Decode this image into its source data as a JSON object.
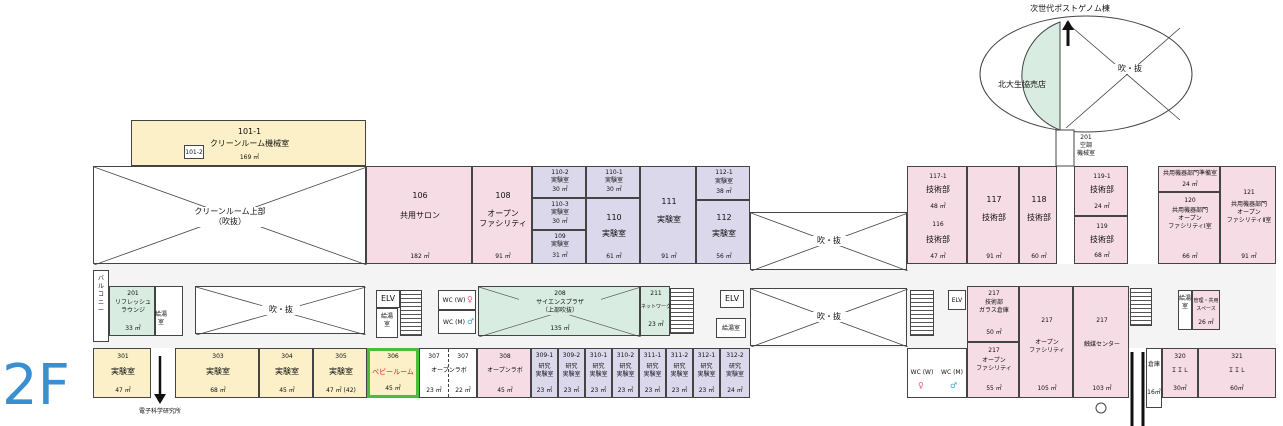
{
  "floor": "2F",
  "north_label": "次世代ポストゲノム棟",
  "bottom_label": "電子科学研究所",
  "clean_room_machine": {
    "no": "101-1",
    "name": "クリーンルーム機械室",
    "area": "169 ㎡",
    "sub": "101-2"
  },
  "clean_room_void": "クリーンルーム上部\n（吹抜）",
  "rooms_top": [
    {
      "no": "106",
      "name": "共用サロン",
      "area": "182 ㎡"
    },
    {
      "no": "108",
      "name": "オープン\nファシリティ",
      "area": "91 ㎡"
    },
    {
      "no": "110-2",
      "name": "実験室",
      "area": "30 ㎡"
    },
    {
      "no": "110-3",
      "name": "実験室",
      "area": "30 ㎡"
    },
    {
      "no": "109",
      "name": "実験室",
      "area": "31 ㎡"
    },
    {
      "no": "110-1",
      "name": "実験室",
      "area": "30 ㎡"
    },
    {
      "no": "110",
      "name": "実験室",
      "area": "61 ㎡"
    },
    {
      "no": "111",
      "name": "実験室",
      "area": "91 ㎡"
    },
    {
      "no": "112-1",
      "name": "実験室",
      "area": "38 ㎡"
    },
    {
      "no": "112",
      "name": "実験室",
      "area": "56 ㎡"
    }
  ],
  "void_label": "吹・抜",
  "void_label2": "吹・抜",
  "void_label3": "吹・抜",
  "void_label4": "吹・抜",
  "rooms_right_top": [
    {
      "no": "117-1",
      "name": "技術部",
      "area": "48 ㎡"
    },
    {
      "no": "116",
      "name": "技術部",
      "area": "47 ㎡"
    },
    {
      "no": "117",
      "name": "技術部",
      "area": "91 ㎡"
    },
    {
      "no": "118",
      "name": "技術部",
      "area": "60 ㎡"
    },
    {
      "no": "119-1",
      "name": "技術部",
      "area": "24 ㎡"
    },
    {
      "no": "119",
      "name": "技術部",
      "area": "68 ㎡"
    },
    {
      "no": "",
      "name": "共用機器部門準備室",
      "area": "24 ㎡"
    },
    {
      "no": "120",
      "name": "共用機器部門\nオープン\nファシリティⅠ室",
      "area": "66 ㎡"
    },
    {
      "no": "121",
      "name": "共用機器部門\nオープン\nファシリティⅡ室",
      "area": "91 ㎡"
    }
  ],
  "coop": "北大生協売店",
  "atrium": "吹・抜",
  "room201b": {
    "no": "201",
    "name": "空調\n機械室"
  },
  "balcony": "バ\nル\nコ\nニ\nー",
  "mid": {
    "r201": {
      "no": "201",
      "name": "リフレッシュ\nラウンジ",
      "area": "33 ㎡"
    },
    "kyutou": "給湯室",
    "elv": "ELV",
    "elv2": "ELV",
    "elv3": "ELV",
    "wc_m": "WC (M)",
    "wc_w": "WC (W)",
    "r208": {
      "no": "208",
      "name": "サイエンスプラザ\n（上部吹抜）",
      "area": "135 ㎡"
    },
    "r211": {
      "no": "211",
      "name": "ネットワーク室",
      "area": "23 ㎡"
    },
    "r217a": {
      "no": "217",
      "name": "技術部\nガラス倉庫",
      "area": "50 ㎡"
    },
    "r217b": {
      "no": "217",
      "name": "オープン\nファシリティ",
      "area": "55 ㎡"
    },
    "r217c": {
      "no": "217",
      "name": "オープン\nファシリティ",
      "area": "105 ㎡"
    },
    "r217d": {
      "no": "217",
      "name": "触媒センター",
      "area": "103 ㎡"
    },
    "mgmt": {
      "name": "管理・共用\nスペース",
      "area": "26 ㎡"
    }
  },
  "rooms_bottom": [
    {
      "no": "301",
      "name": "実験室",
      "area": "47 ㎡"
    },
    {
      "no": "303",
      "name": "実験室",
      "area": "68 ㎡"
    },
    {
      "no": "304",
      "name": "実験室",
      "area": "45 ㎡"
    },
    {
      "no": "305",
      "name": "実験室",
      "area": "47 ㎡ (42)"
    },
    {
      "no": "306",
      "name": "ベビールーム",
      "area": "45 ㎡"
    },
    {
      "no": "307",
      "name": "オープンラボ",
      "area": "23 ㎡"
    },
    {
      "no": "307",
      "name": "",
      "area": "22 ㎡"
    },
    {
      "no": "308",
      "name": "オープンラボ",
      "area": "45 ㎡"
    },
    {
      "no": "309-1",
      "name": "研究\n実験室",
      "area": "23 ㎡"
    },
    {
      "no": "309-2",
      "name": "研究\n実験室",
      "area": "23 ㎡"
    },
    {
      "no": "310-1",
      "name": "研究\n実験室",
      "area": "23 ㎡"
    },
    {
      "no": "310-2",
      "name": "研究\n実験室",
      "area": "23 ㎡"
    },
    {
      "no": "311-1",
      "name": "研究\n実験室",
      "area": "23 ㎡"
    },
    {
      "no": "311-2",
      "name": "研究\n実験室",
      "area": "23 ㎡"
    },
    {
      "no": "312-1",
      "name": "研究\n実験室",
      "area": "23 ㎡"
    },
    {
      "no": "312-2",
      "name": "研究\n実験室",
      "area": "24 ㎡"
    },
    {
      "no": "320",
      "name": "ＩＩＬ",
      "area": "30㎡"
    },
    {
      "no": "321",
      "name": "ＩＩＬ",
      "area": "60㎡"
    },
    {
      "no": "",
      "name": "倉庫",
      "area": "16㎡"
    }
  ],
  "colors": {
    "pink": "#f6dce4",
    "lavender": "#dcd8ec",
    "yellow": "#fbf0c8",
    "green": "#d9ece1",
    "floor_label": "#3a8fd0",
    "baby_border": "#4cbc3c"
  }
}
